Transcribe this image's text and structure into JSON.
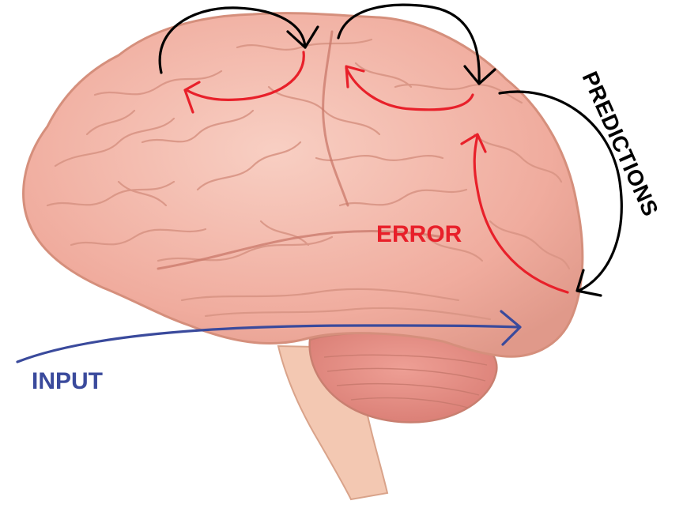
{
  "labels": {
    "predictions": "PREDICTIONS",
    "error": "ERROR",
    "input": "INPUT"
  },
  "colors": {
    "predictions": "#000000",
    "error": "#e8202a",
    "input": "#3a4a9c",
    "brain_fill": "#f2b4a8",
    "brain_outline": "#d9977f",
    "cerebellum": "#e08e85",
    "brainstem": "#f0c6b0"
  },
  "icons": {
    "brain": "brain-illustration-icon"
  }
}
